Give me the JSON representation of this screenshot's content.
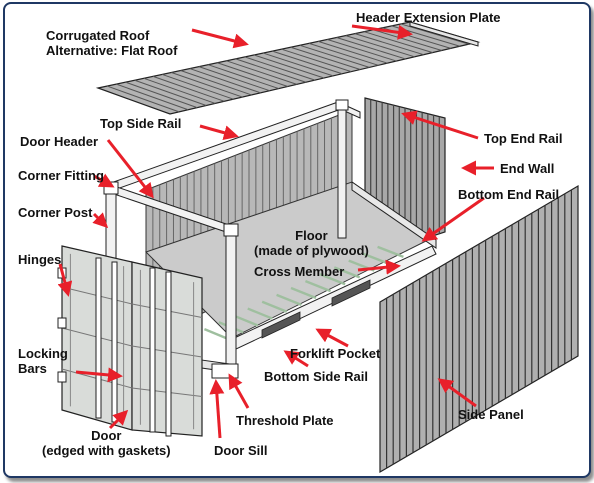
{
  "colors": {
    "frame_border": "#1f3864",
    "arrow": "#e8202a",
    "panel_fill": "#b3b3b3",
    "panel_dark": "#6e6e6e",
    "floor_fill": "#c8c8c8",
    "rail_fill": "#f2f2f2",
    "door_fill": "#d9dcd9",
    "outline": "#222222"
  },
  "labels": {
    "corrugated_roof": [
      "Corrugated Roof",
      "Alternative: Flat Roof"
    ],
    "header_extension_plate": "Header Extension Plate",
    "top_side_rail": "Top Side Rail",
    "door_header": "Door Header",
    "corner_fitting": "Corner Fitting",
    "corner_post": "Corner Post",
    "top_end_rail": "Top End Rail",
    "end_wall": "End Wall",
    "bottom_end_rail": "Bottom End Rail",
    "floor": [
      "Floor",
      "(made of plywood)"
    ],
    "cross_member": "Cross Member",
    "hinges": "Hinges",
    "locking_bars": [
      "Locking",
      "Bars"
    ],
    "forklift_pocket": "Forklift Pocket",
    "bottom_side_rail": "Bottom Side Rail",
    "side_panel": "Side Panel",
    "threshold_plate": "Threshold Plate",
    "door": [
      "Door",
      "(edged with gaskets)"
    ],
    "door_sill": "Door Sill"
  }
}
